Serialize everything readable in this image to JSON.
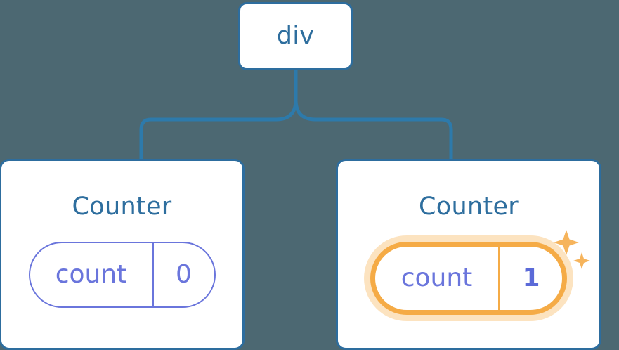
{
  "diagram": {
    "type": "component-tree",
    "background_color": "#4c6872",
    "node_border_color": "#2d6d9e",
    "node_text_color": "#2e6e9e",
    "connector_color": "#2d7aab",
    "state_color": "#6a75dc",
    "highlight_color": "#f5ab46",
    "highlight_glow_color": "#fbdcad",
    "root": {
      "label": "div"
    },
    "children": [
      {
        "title": "Counter",
        "state": {
          "key": "count",
          "value": "0",
          "highlighted": false
        }
      },
      {
        "title": "Counter",
        "state": {
          "key": "count",
          "value": "1",
          "highlighted": true
        },
        "sparkle_large": "sparkle-icon",
        "sparkle_small": "sparkle-icon"
      }
    ]
  }
}
